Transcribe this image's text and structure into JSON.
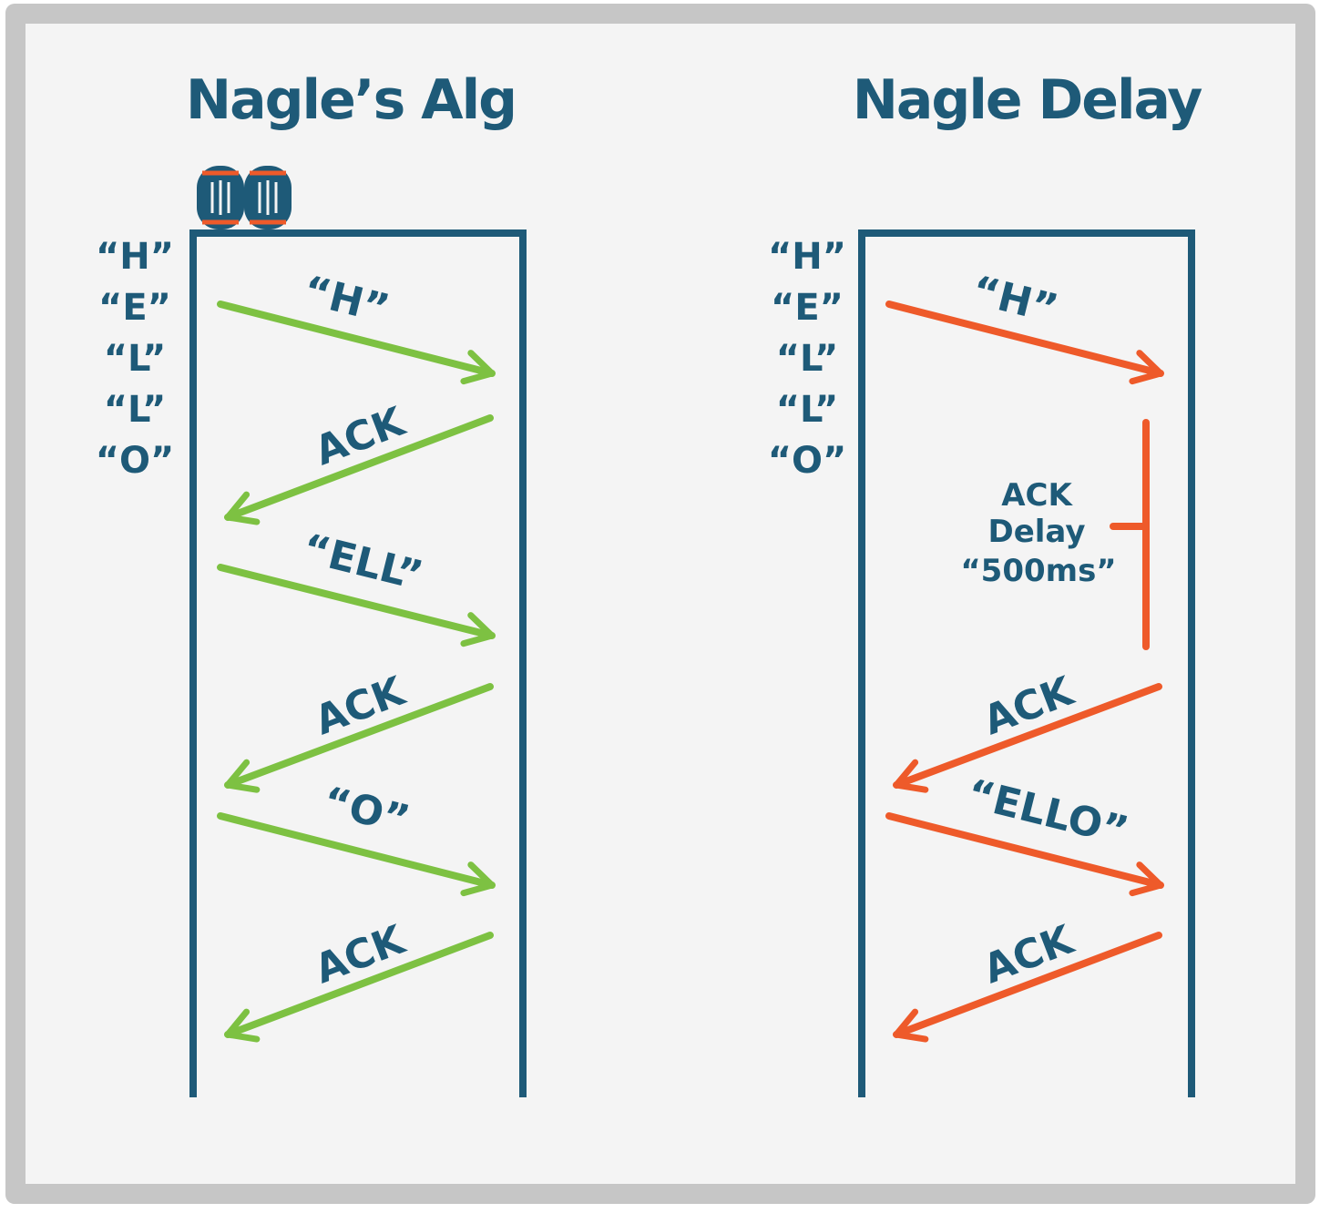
{
  "colors": {
    "frame": "#c6c6c6",
    "background": "#f4f4f4",
    "navy": "#1e5a78",
    "green": "#7dc142",
    "orange": "#ee5a2a"
  },
  "left_panel": {
    "title": "Nagle’s Alg",
    "chars": [
      "“H”",
      "“E”",
      "“L”",
      "“L”",
      "“O”"
    ],
    "icon": "barrels-icon",
    "arrows": [
      {
        "label": "“H”",
        "direction": "right"
      },
      {
        "label": "ACK",
        "direction": "left"
      },
      {
        "label": "“ELL”",
        "direction": "right"
      },
      {
        "label": "ACK",
        "direction": "left"
      },
      {
        "label": "“O”",
        "direction": "right"
      },
      {
        "label": "ACK",
        "direction": "left"
      }
    ]
  },
  "right_panel": {
    "title": "Nagle Delay",
    "chars": [
      "“H”",
      "“E”",
      "“L”",
      "“L”",
      "“O”"
    ],
    "delay_lines": [
      "ACK",
      "Delay",
      "“500ms”"
    ],
    "arrows": [
      {
        "label": "“H”",
        "direction": "right"
      },
      {
        "label": "ACK",
        "direction": "left"
      },
      {
        "label": "“ELLO”",
        "direction": "right"
      },
      {
        "label": "ACK",
        "direction": "left"
      }
    ]
  }
}
